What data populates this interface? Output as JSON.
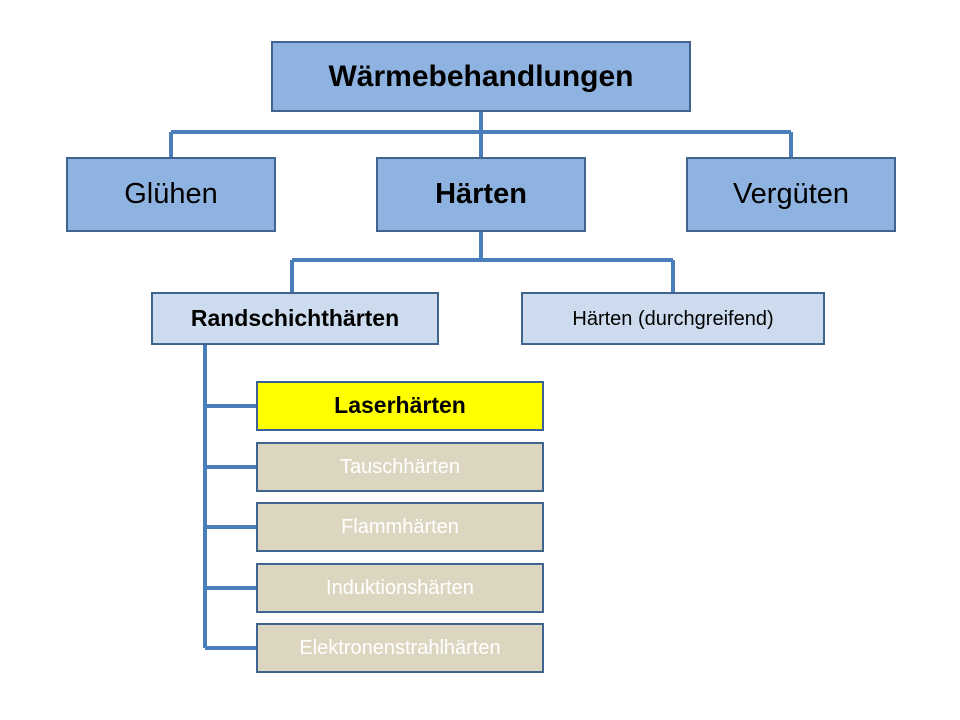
{
  "diagram": {
    "title_node": {
      "label": "Wärmebehandlungen",
      "weight": "bold",
      "fill": "#8FB3E0",
      "border": "#41648F"
    },
    "level2": [
      {
        "label": "Glühen",
        "weight": "normal",
        "fill": "#8FB3E0",
        "border": "#41648F"
      },
      {
        "label": "Härten",
        "weight": "bold",
        "fill": "#8FB3E0",
        "border": "#41648F"
      },
      {
        "label": "Vergüten",
        "weight": "normal",
        "fill": "#8FB3E0",
        "border": "#41648F"
      }
    ],
    "level3": [
      {
        "label": "Randschichthärten",
        "weight": "bold",
        "fill": "#CDDBEF",
        "border": "#41648F"
      },
      {
        "label": "Härten (durchgreifend)",
        "weight": "normal",
        "fill": "#CDDBEF",
        "border": "#41648F"
      }
    ],
    "leaves": [
      {
        "label": "Laserhärten",
        "weight": "bold",
        "state": "highlighted",
        "fill": "#FFFF00",
        "text_color": "#000000"
      },
      {
        "label": "Tauschhärten",
        "weight": "normal",
        "state": "muted",
        "fill": "#DCD6C0",
        "text_color": "#FFFFFF"
      },
      {
        "label": "Flammhärten",
        "weight": "normal",
        "state": "muted",
        "fill": "#DCD6C0",
        "text_color": "#FFFFFF"
      },
      {
        "label": "Induktionshärten",
        "weight": "normal",
        "state": "muted",
        "fill": "#DCD6C0",
        "text_color": "#FFFFFF"
      },
      {
        "label": "Elektronenstrahlhärten",
        "weight": "normal",
        "state": "muted",
        "fill": "#DCD6C0",
        "text_color": "#FFFFFF"
      }
    ],
    "connector_color": "#4A7EBB"
  }
}
